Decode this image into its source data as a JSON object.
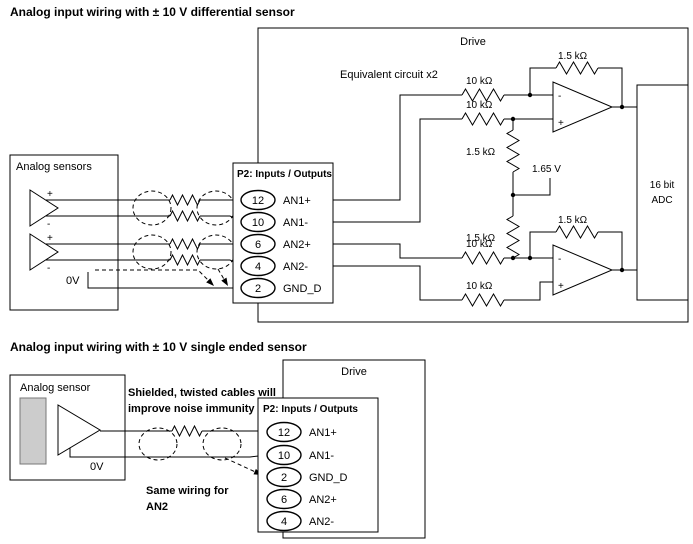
{
  "diff": {
    "title": "Analog input wiring with ± 10 V differential sensor",
    "drive": "Drive",
    "equivalent": "Equivalent circuit x2",
    "sensors_title": "Analog sensors",
    "p2": "P2: Inputs / Outputs",
    "zero_v": "0V",
    "plus": "+",
    "minus": "-",
    "adc_line1": "16 bit",
    "adc_line2": "ADC",
    "vref": "1.65 V",
    "r10k": "10 kΩ",
    "r1k5": "1.5 kΩ",
    "pins": [
      {
        "num": "12",
        "label": "AN1+"
      },
      {
        "num": "10",
        "label": "AN1-"
      },
      {
        "num": "6",
        "label": "AN2+"
      },
      {
        "num": "4",
        "label": "AN2-"
      },
      {
        "num": "2",
        "label": "GND_D"
      }
    ]
  },
  "single": {
    "title": "Analog input wiring with ± 10 V single ended sensor",
    "drive": "Drive",
    "sensor_title": "Analog sensor",
    "p2": "P2: Inputs / Outputs",
    "zero_v": "0V",
    "note_line1": "Shielded, twisted cables will",
    "note_line2": "improve noise immunity",
    "same_line1": "Same wiring for",
    "same_line2": "AN2",
    "pins": [
      {
        "num": "12",
        "label": "AN1+"
      },
      {
        "num": "10",
        "label": "AN1-"
      },
      {
        "num": "2",
        "label": "GND_D"
      },
      {
        "num": "6",
        "label": "AN2+"
      },
      {
        "num": "4",
        "label": "AN2-"
      }
    ]
  }
}
